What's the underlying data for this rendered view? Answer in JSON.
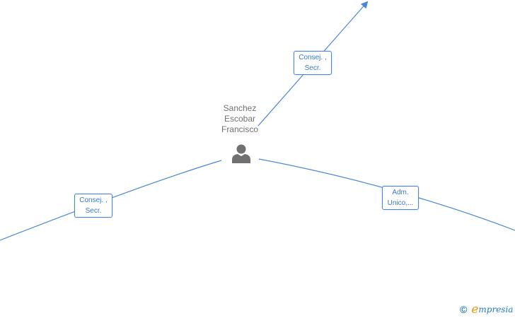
{
  "center_person": {
    "name_lines": [
      "Sanchez",
      "Escobar",
      "Francisco"
    ],
    "icon": "person-icon"
  },
  "role_boxes": [
    {
      "line1": "Consej. ,",
      "line2": "Secr.",
      "position": "top"
    },
    {
      "line1": "Consej. ,",
      "line2": "Secr.",
      "position": "left"
    },
    {
      "line1": "Adm.",
      "line2": "Unico,...",
      "position": "right"
    }
  ],
  "colors": {
    "edge": "#4a86d6",
    "box_border": "#4a86d6",
    "box_text": "#3a78c8",
    "name_text": "#707070",
    "icon": "#707070",
    "logo_blue": "#1e7bc4",
    "logo_orange": "#f29400"
  },
  "logo": {
    "copyright": "©",
    "brand_first": "e",
    "brand_rest": "mpresia"
  }
}
